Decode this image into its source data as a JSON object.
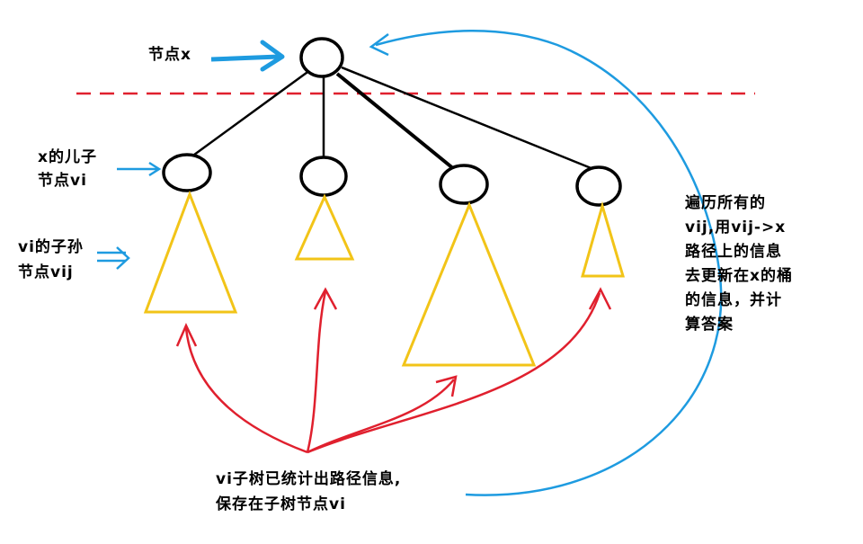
{
  "labels": {
    "node_x": "节点x",
    "child_line1": "x的儿子",
    "child_line2": "节点vi",
    "grandchild_line1": "vi的子孙",
    "grandchild_line2": "节点vij",
    "right_line1": "遍历所有的",
    "right_line2": "vij,用vij->x",
    "right_line3": "路径上的信息",
    "right_line4": "去更新在x的桶",
    "right_line5": "的信息，并计",
    "right_line6": "算答案",
    "bottom_line1": "vi子树已统计出路径信息,",
    "bottom_line2": "保存在子树节点vi"
  },
  "colors": {
    "tree": "#000000",
    "subtree": "#f2c418",
    "red_arrow": "#e0202e",
    "blue_arrow": "#1e9be0",
    "dashed_line": "#e0202e"
  }
}
